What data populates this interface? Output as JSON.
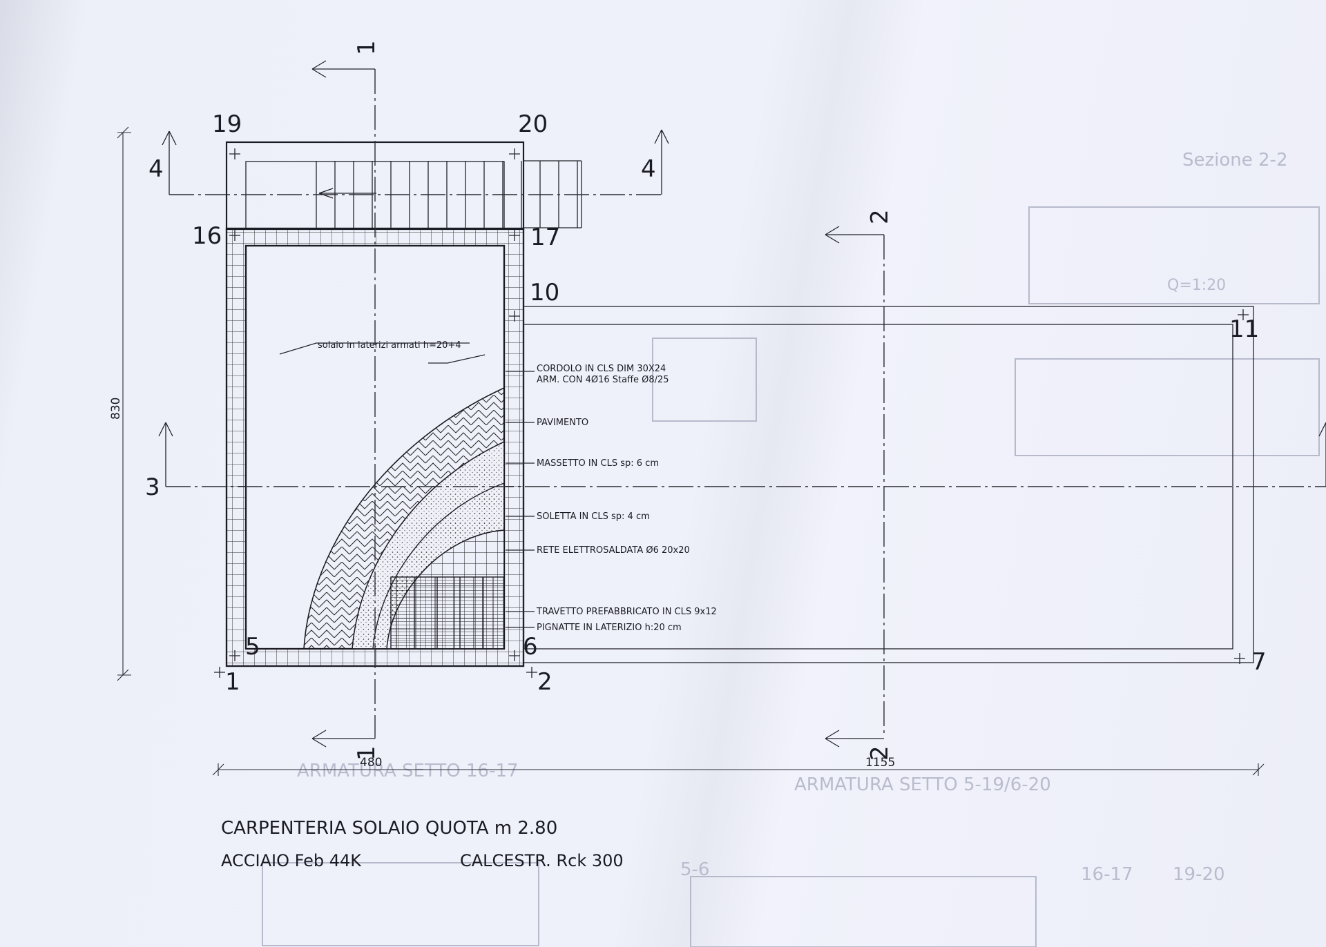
{
  "points": {
    "p1": "1",
    "p2": "2",
    "p5": "5",
    "p6": "6",
    "p7": "7",
    "p10": "10",
    "p11": "11",
    "p16": "16",
    "p17": "17",
    "p19": "19",
    "p20": "20"
  },
  "sections": {
    "s1": "1",
    "s2": "2",
    "s3": "3",
    "s4": "4"
  },
  "slab_note": "solaio in laterizi armati h=20+4",
  "layer_labels": [
    "CORDOLO IN CLS DIM 30X24",
    "ARM. CON 4Ø16 Staffe Ø8/25",
    "PAVIMENTO",
    "MASSETTO IN CLS sp: 6 cm",
    "SOLETTA IN CLS sp: 4 cm",
    "RETE ELETTROSALDATA Ø6 20x20",
    "TRAVETTO PREFABBRICATO IN CLS 9x12",
    "PIGNATTE IN LATERIZIO h:20 cm"
  ],
  "dimensions": {
    "height": "830",
    "width_a": "480",
    "width_b": "1155"
  },
  "title": "CARPENTERIA  SOLAIO QUOTA m 2.80",
  "steel": "ACCIAIO  Feb 44K",
  "concrete": "CALCESTR. Rck 300",
  "show_through": {
    "section_title": "Sezione 2-2",
    "scale": "Q=1:20",
    "caption_a": "ARMATURA SETTO 16-17",
    "caption_b": "ARMATURA SETTO 5-19/6-20",
    "bottom_a": "5-6",
    "bottom_b": "16-17",
    "bottom_c": "19-20"
  },
  "colors": {
    "ink": "#1a1a22",
    "paper": "#eef0f9",
    "ghost": "#b9bccd"
  }
}
